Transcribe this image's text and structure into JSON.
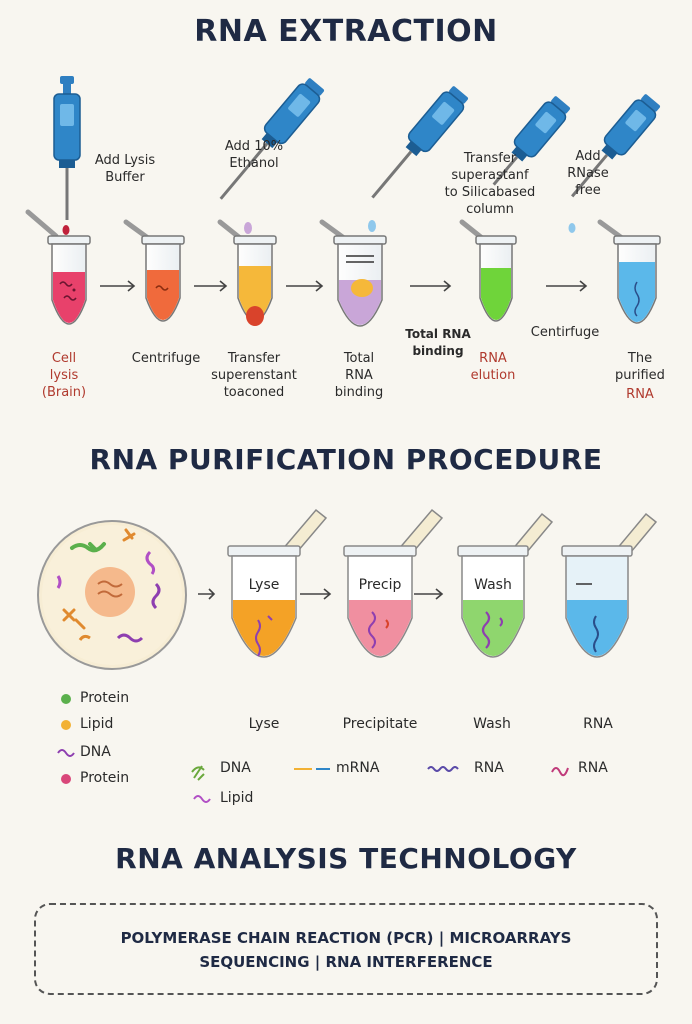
{
  "titles": {
    "extraction": "RNA EXTRACTION",
    "purification": "RNA PURIFICATION PROCEDURE",
    "analysis": "RNA ANALYSIS TECHNOLOGY"
  },
  "extraction": {
    "annotations": {
      "lysis_buffer": "Add Lysis\nBuffer",
      "ethanol": "Add 10%\nEthanol",
      "transfer_column": "Transfer\nsuperastanf\nto Silicabased\ncolumn",
      "rnase_free": "Add\nRNase\nfree"
    },
    "steps": {
      "cell_lysis": "Cell\nlysis\n(Brain)",
      "centrifuge": "Centrifuge",
      "transfer": "Transfer\nsuperenstant\ntoaconed",
      "total_rna_binding": "Total\nRNA\nbinding",
      "total_rna_binding_2": "Total RNA\nbinding",
      "rna_elution": "RNA\nelution",
      "centrifuge_2": "Centirfuge",
      "purified": "The\npurified",
      "purified_rna": "RNA"
    },
    "colors": {
      "tube1": "#e8416b",
      "tube2": "#f06a3c",
      "tube3": "#f5b83a",
      "tube4": "#c9a6d8",
      "tube5": "#6fd43a",
      "tube6": "#5bb8ea"
    }
  },
  "purification": {
    "tube_labels": {
      "lyse": "Lyse",
      "precip": "Precip",
      "wash": "Wash"
    },
    "captions": {
      "lyse": "Lyse",
      "precipitate": "Precipitate",
      "wash": "Wash",
      "rna": "RNA"
    },
    "cell_legend": [
      {
        "symbol": "dot",
        "color": "#5bb04c",
        "label": "Protein"
      },
      {
        "symbol": "dot",
        "color": "#f2b134",
        "label": "Lipid"
      },
      {
        "symbol": "squiggle",
        "color": "#8e3fb0",
        "label": "DNA"
      },
      {
        "symbol": "dot",
        "color": "#d9477a",
        "label": "Protein"
      }
    ],
    "key": {
      "dna": "DNA",
      "mrna": "mRNA",
      "rna1": "RNA",
      "rna2": "RNA",
      "lipid": "Lipid"
    }
  },
  "analysis": {
    "line1": "POLYMERASE CHAIN REACTION (PCR) | MICROARRAYS",
    "line2": "SEQUENCING | RNA INTERFERENCE"
  }
}
